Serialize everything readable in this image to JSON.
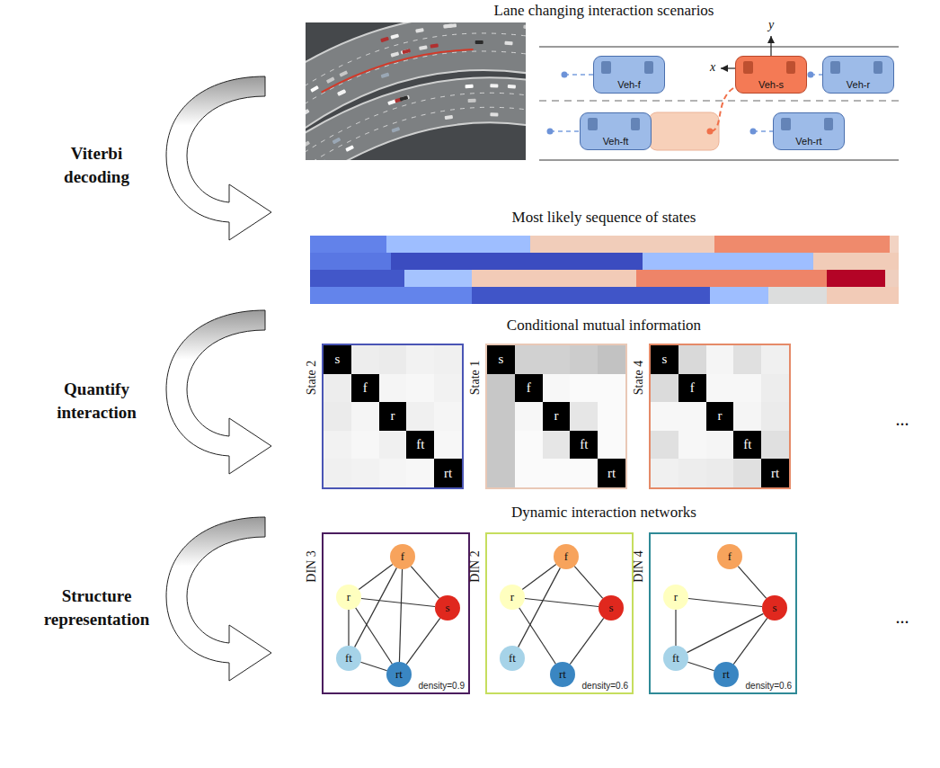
{
  "diagram": {
    "nodes": [
      {
        "text": [
          "Veh-f"
        ]
      },
      {
        "text": [
          "Veh-s"
        ]
      },
      {
        "text": [
          "Veh-r"
        ]
      },
      {
        "text": [
          "Veh-ft"
        ]
      },
      {
        "text": [
          "Veh-rt"
        ]
      },
      {
        "text": [
          "State 2"
        ]
      },
      {
        "text": [
          "s"
        ],
        "in": 5
      },
      {
        "text": [
          "f"
        ],
        "in": 5
      },
      {
        "text": [
          "r"
        ],
        "in": 5
      },
      {
        "text": [
          "ft"
        ],
        "in": 5
      },
      {
        "text": [
          "rt"
        ],
        "in": 5
      },
      {
        "text": [
          "State 1"
        ]
      },
      {
        "text": [
          "s"
        ],
        "in": 11
      },
      {
        "text": [
          "f"
        ],
        "in": 11
      },
      {
        "text": [
          "r"
        ],
        "in": 11
      },
      {
        "text": [
          "ft"
        ],
        "in": 11
      },
      {
        "text": [
          "rt"
        ],
        "in": 11
      },
      {
        "text": [
          "State 4"
        ]
      },
      {
        "text": [
          "s"
        ],
        "in": 17
      },
      {
        "text": [
          "f"
        ],
        "in": 17
      },
      {
        "text": [
          "r"
        ],
        "in": 17
      },
      {
        "text": [
          "ft"
        ],
        "in": 17
      },
      {
        "text": [
          "rt"
        ],
        "in": 17
      },
      {
        "text": [
          "DIN 3",
          "density=0.9"
        ]
      },
      {
        "text": [
          "f"
        ],
        "in": 23
      },
      {
        "text": [
          "r"
        ],
        "in": 23
      },
      {
        "text": [
          "s"
        ],
        "in": 23
      },
      {
        "text": [
          "ft"
        ],
        "in": 23
      },
      {
        "text": [
          "rt"
        ],
        "in": 23
      },
      {
        "text": [
          "DIN 2",
          "density=0.6"
        ]
      },
      {
        "text": [
          "f"
        ],
        "in": 29
      },
      {
        "text": [
          "r"
        ],
        "in": 29
      },
      {
        "text": [
          "s"
        ],
        "in": 29
      },
      {
        "text": [
          "ft"
        ],
        "in": 29
      },
      {
        "text": [
          "rt"
        ],
        "in": 29
      },
      {
        "text": [
          "DIN 4",
          "density=0.6"
        ]
      },
      {
        "text": [
          "f"
        ],
        "in": 35
      },
      {
        "text": [
          "r"
        ],
        "in": 35
      },
      {
        "text": [
          "s"
        ],
        "in": 35
      },
      {
        "text": [
          "ft"
        ],
        "in": 35
      },
      {
        "text": [
          "rt"
        ],
        "in": 35
      }
    ],
    "edges": [
      {
        "from": 24,
        "to": 25,
        "arrow": "none"
      },
      {
        "from": 24,
        "to": 26,
        "arrow": "none"
      },
      {
        "from": 24,
        "to": 27,
        "arrow": "none"
      },
      {
        "from": 24,
        "to": 28,
        "arrow": "none"
      },
      {
        "from": 25,
        "to": 26,
        "arrow": "none"
      },
      {
        "from": 25,
        "to": 27,
        "arrow": "none"
      },
      {
        "from": 25,
        "to": 28,
        "arrow": "none"
      },
      {
        "from": 26,
        "to": 28,
        "arrow": "none"
      },
      {
        "from": 27,
        "to": 28,
        "arrow": "none"
      },
      {
        "from": 30,
        "to": 31,
        "arrow": "none"
      },
      {
        "from": 30,
        "to": 32,
        "arrow": "none"
      },
      {
        "from": 31,
        "to": 34,
        "arrow": "none"
      },
      {
        "from": 30,
        "to": 33,
        "arrow": "none"
      },
      {
        "from": 32,
        "to": 34,
        "arrow": "none"
      },
      {
        "from": 31,
        "to": 32,
        "arrow": "none"
      },
      {
        "from": 37,
        "to": 38,
        "arrow": "none"
      },
      {
        "from": 36,
        "to": 38,
        "arrow": "none"
      },
      {
        "from": 37,
        "to": 39,
        "arrow": "none"
      },
      {
        "from": 38,
        "to": 39,
        "arrow": "none"
      },
      {
        "from": 39,
        "to": 40,
        "arrow": "none"
      },
      {
        "from": 38,
        "to": 40,
        "arrow": "none"
      }
    ],
    "labels": [
      "Lane changing interaction scenarios",
      "Viterbi decoding",
      "y",
      "x",
      "Most likely sequence of states",
      "Conditional mutual information",
      "Quantify interaction",
      "...",
      "Dynamic interaction networks",
      "Structure representation",
      "..."
    ]
  }
}
